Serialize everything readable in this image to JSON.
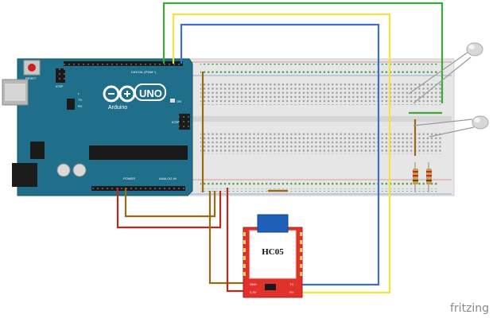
{
  "board": {
    "name": "UNO",
    "maker": "Arduino",
    "reset_label": "RESET",
    "icsp_label": "ICSP",
    "icsp2_label": "ICSP",
    "on_label": "ON",
    "tx_label": "TX",
    "rx_label": "RX",
    "l_label": "L",
    "digital_label": "DIGITAL (PWM~)",
    "power_label": "POWER",
    "analog_label": "ANALOG IN"
  },
  "module": {
    "name": "HC05",
    "pin_gnd": "GND",
    "pin_vcc": "3.3V",
    "pin_tx": "TX",
    "pin_rx": "RX"
  },
  "brand": "fritzing",
  "colors": {
    "board": "#1f6f8b",
    "wire_green": "#3aa935",
    "wire_yellow": "#f2e33b",
    "wire_blue": "#3d6fc8",
    "wire_brown": "#9a6a12",
    "wire_red": "#c0281e",
    "module_red": "#e0312b"
  }
}
